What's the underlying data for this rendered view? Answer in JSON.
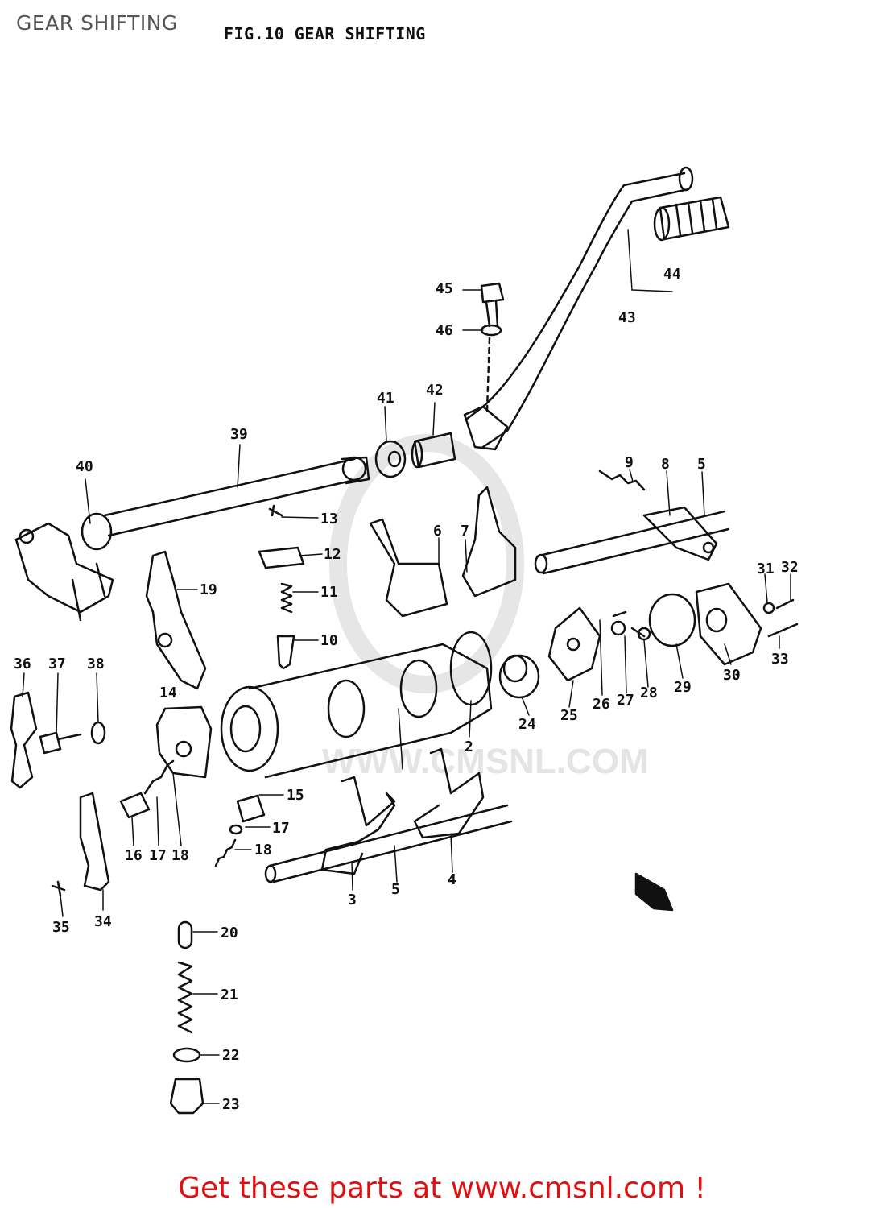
{
  "header": {
    "title": "GEAR SHIFTING"
  },
  "figure": {
    "caption": "FIG.10  GEAR SHIFTING"
  },
  "watermark": "WWW.CMSNL.COM",
  "footer": {
    "promo": "Get these parts at www.cmsnl.com !",
    "promo_color": "#e01010"
  },
  "callouts": [
    "2",
    "3",
    "4",
    "5",
    "5",
    "6",
    "7",
    "8",
    "9",
    "10",
    "11",
    "12",
    "13",
    "14",
    "15",
    "16",
    "17",
    "17",
    "18",
    "18",
    "19",
    "20",
    "21",
    "22",
    "23",
    "24",
    "25",
    "26",
    "27",
    "28",
    "29",
    "30",
    "31",
    "32",
    "33",
    "34",
    "35",
    "36",
    "37",
    "38",
    "39",
    "40",
    "41",
    "42",
    "43",
    "44",
    "45",
    "46"
  ],
  "icons": {
    "forward_marker": "fwd-arrow-icon"
  }
}
